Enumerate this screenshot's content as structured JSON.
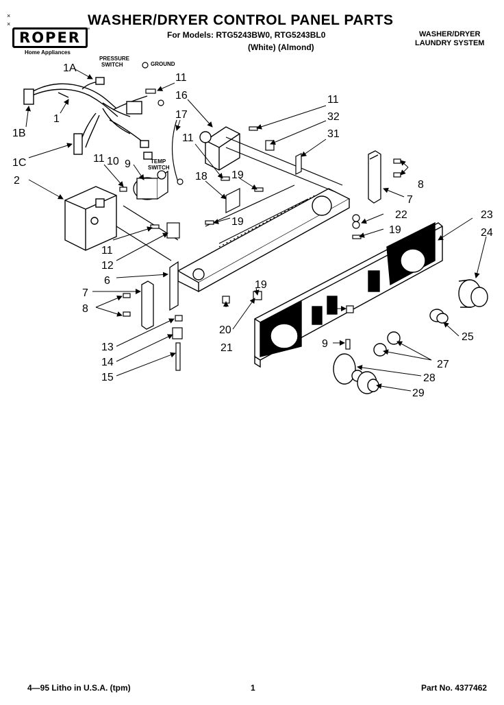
{
  "header": {
    "title": "WASHER/DRYER CONTROL PANEL PARTS",
    "models": "For Models: RTG5243BW0, RTG5243BL0",
    "colors": "(White)    (Almond)",
    "system_line1": "WASHER/DRYER",
    "system_line2": "LAUNDRY SYSTEM",
    "brand": "ROPER",
    "brand_sub": "Home Appliances"
  },
  "callouts": {
    "pressure_switch": [
      "PRESSURE",
      "SWITCH"
    ],
    "ground": "GROUND",
    "temp_switch": [
      "TEMP",
      "SWITCH"
    ]
  },
  "part_numbers": {
    "p1a": "1A",
    "p1": "1",
    "p1b": "1B",
    "p1c": "1C",
    "p2": "2",
    "p6": "6",
    "p7a": "7",
    "p7b": "7",
    "p8a": "8",
    "p8b": "8",
    "p9a": "9",
    "p9b": "9",
    "p10": "10",
    "p11a": "11",
    "p11b": "11",
    "p11c": "11",
    "p11d": "11",
    "p11e": "11",
    "p12": "12",
    "p13": "13",
    "p14": "14",
    "p15": "15",
    "p16": "16",
    "p17": "17",
    "p18": "18",
    "p19a": "19",
    "p19b": "19",
    "p19c": "19",
    "p19d": "19",
    "p20": "20",
    "p21": "21",
    "p22": "22",
    "p23": "23",
    "p24": "24",
    "p25": "25",
    "p27": "27",
    "p28": "28",
    "p29": "29",
    "p31": "31",
    "p32": "32"
  },
  "footer": {
    "litho": "4—95 Litho in U.S.A. (tpm)",
    "page": "1",
    "part_no": "Part No. 4377462"
  }
}
